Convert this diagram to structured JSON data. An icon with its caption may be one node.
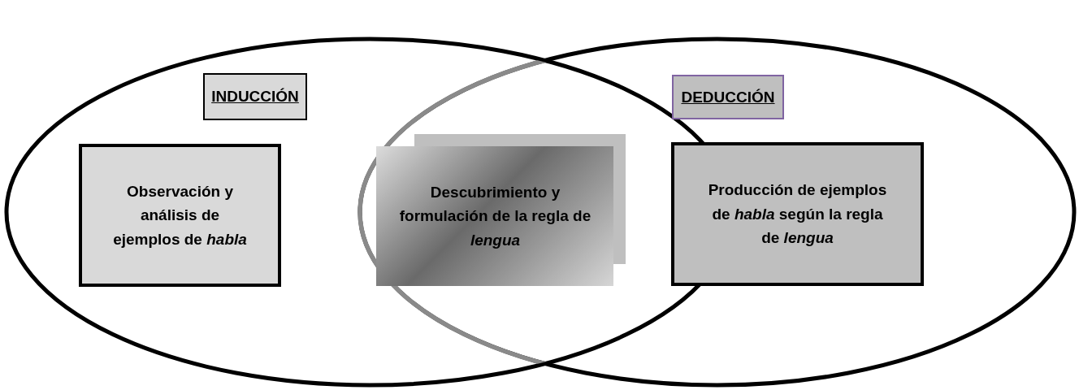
{
  "diagram": {
    "nodes": [
      {
        "text": [],
        "shape": "ellipse"
      },
      {
        "text": [
          "INDUCCIÓN"
        ],
        "in": 0
      },
      {
        "text": [
          "Observación y análisis de ejemplos de *habla*"
        ],
        "in": 0
      },
      {
        "text": [
          "Descubrimiento y formulación de la regla de *lengua*"
        ]
      },
      {
        "text": [],
        "shape": "ellipse"
      },
      {
        "text": [
          "DEDUCCIÓN"
        ],
        "in": 4
      },
      {
        "text": [
          "Producción de ejemplos de *habla* según la regla de *lengua*"
        ],
        "in": 4
      }
    ]
  }
}
